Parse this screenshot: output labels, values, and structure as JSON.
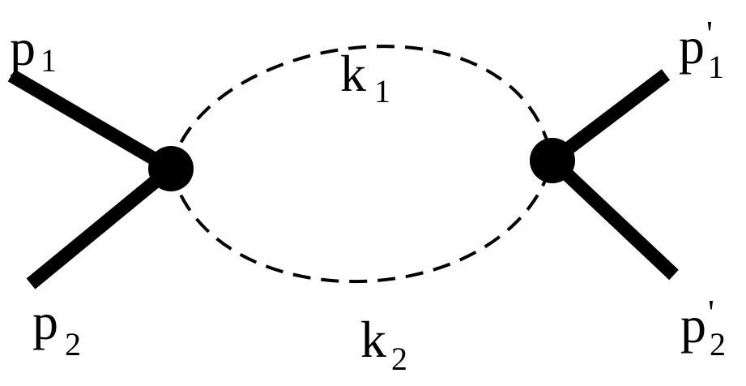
{
  "diagram": {
    "labels": {
      "p1": {
        "main": "p",
        "sub": "1",
        "prime": ""
      },
      "p2": {
        "main": "p",
        "sub": "2",
        "prime": ""
      },
      "p1_out": {
        "main": "p",
        "sub": "1",
        "prime": "'"
      },
      "p2_out": {
        "main": "p",
        "sub": "2",
        "prime": "'"
      },
      "k1": {
        "main": "k",
        "sub": "1"
      },
      "k2": {
        "main": "k",
        "sub": "2"
      }
    },
    "colors": {
      "line": "#000000",
      "background": "#ffffff"
    }
  }
}
